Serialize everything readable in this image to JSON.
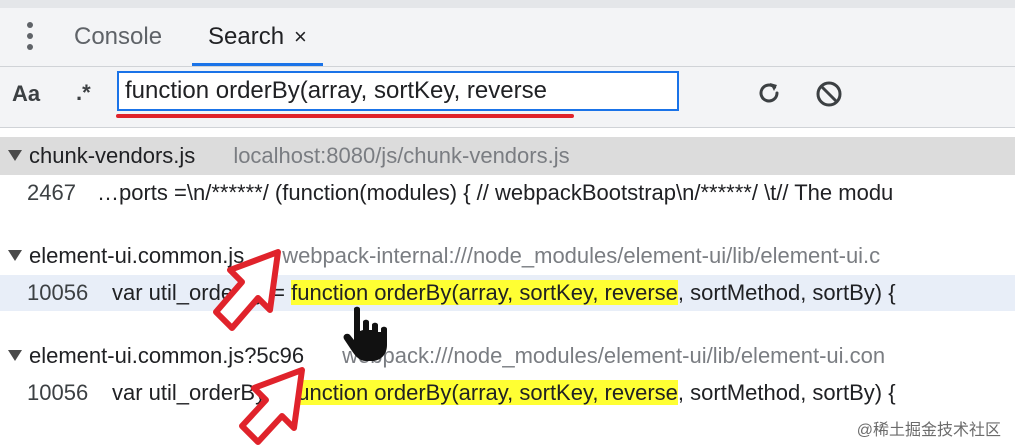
{
  "tabs": {
    "console_label": "Console",
    "search_label": "Search",
    "close_glyph": "×"
  },
  "toolbar": {
    "match_case_label": "Aa",
    "regex_label": ".*",
    "search_value": "function orderBy(array, sortKey, reverse",
    "refresh_icon": "refresh-icon",
    "clear_icon": "clear-icon"
  },
  "results": [
    {
      "file": "chunk-vendors.js",
      "path": "localhost:8080/js/chunk-vendors.js",
      "matches": [
        {
          "line": "2467",
          "before": "…ports =\\n/******/ (function(modules) { // webpackBootstrap\\n/******/ \\t// The modu",
          "highlight": "",
          "after": ""
        }
      ]
    },
    {
      "file": "element-ui.common.js",
      "path": "webpack-internal:///node_modules/element-ui/lib/element-ui.c",
      "matches": [
        {
          "line": "10056",
          "before": "var util_orderBy = ",
          "highlight": "function orderBy(array, sortKey, reverse",
          "after": ", sortMethod, sortBy) {"
        }
      ]
    },
    {
      "file": "element-ui.common.js?5c96",
      "path": "webpack:///node_modules/element-ui/lib/element-ui.con",
      "matches": [
        {
          "line": "10056",
          "before": "var util_orderBy = ",
          "highlight": "function orderBy(array, sortKey, reverse",
          "after": ", sortMethod, sortBy) {"
        }
      ]
    }
  ],
  "watermark": "@稀土掘金技术社区",
  "colors": {
    "accent": "#1a73e8",
    "highlight": "#ffff33",
    "annotation": "#e0232b"
  }
}
